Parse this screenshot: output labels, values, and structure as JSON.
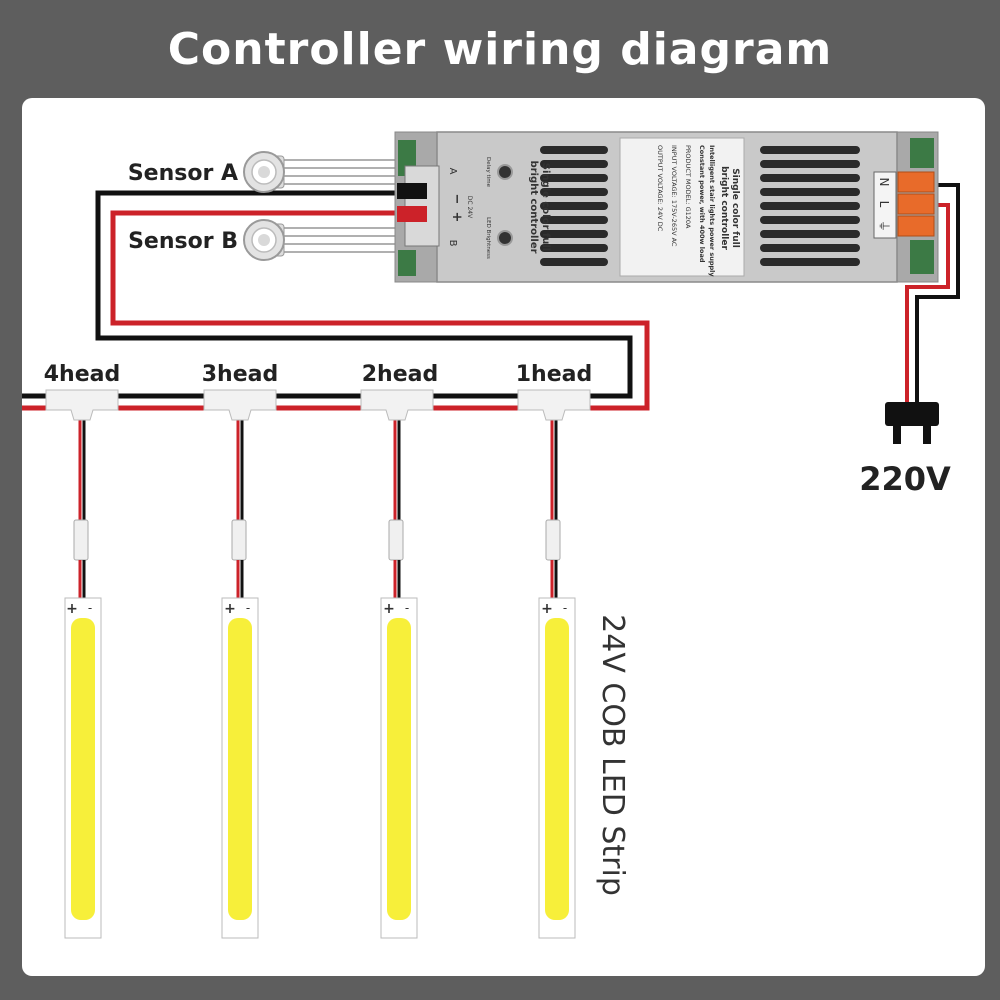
{
  "title": "Controller wiring diagram",
  "sensors": [
    {
      "label": "Sensor A"
    },
    {
      "label": "Sensor B"
    }
  ],
  "controller": {
    "name_line1": "Single color full",
    "name_line2": "bright controller",
    "label_lines": [
      "Intelligent stair lights power supply",
      "Constant power, with 400w load",
      "PRODUCT MODEL:   G120A",
      "INPUT VOLTAGE:   175V-265V AC",
      "OUTPUT VOLTAGE:   24V DC"
    ],
    "port_a": "A",
    "port_b": "B",
    "dc_label": "DC 24V",
    "minus": "−",
    "plus": "+",
    "knob1_label": "Delay time",
    "knob2_label": "LED Brightness",
    "terminals": [
      "N",
      "L",
      "⏚"
    ]
  },
  "heads": [
    {
      "label": "4head"
    },
    {
      "label": "3head"
    },
    {
      "label": "2head"
    },
    {
      "label": "1head"
    }
  ],
  "strip_polarity": {
    "plus": "+",
    "minus": "-"
  },
  "power_label": "220V",
  "strip_label": "24V COB LED Strip",
  "colors": {
    "background": "#5e5e5e",
    "panel": "#ffffff",
    "wire_black": "#111111",
    "wire_red": "#cc2229",
    "led": "#f7ef3a",
    "controller": "#c9c9c9",
    "terminal": "#e86b2a"
  }
}
